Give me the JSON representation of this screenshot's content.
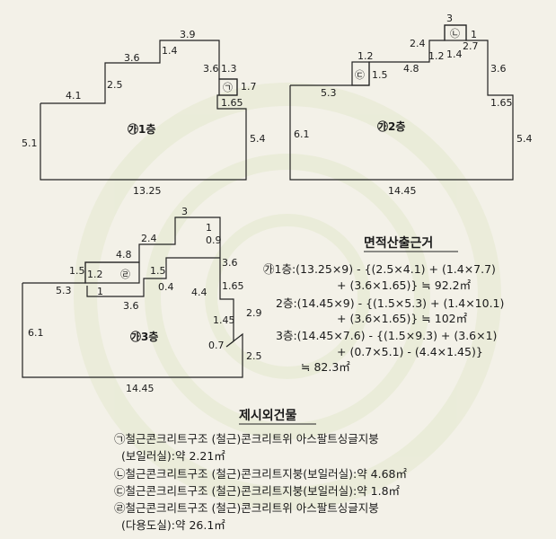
{
  "floor1": {
    "label": "㉮1층",
    "marker": "㉠",
    "dims": [
      "4.1",
      "2.5",
      "3.6",
      "1.4",
      "3.9",
      "3.6",
      "1.3",
      "1.7",
      "1.65",
      "5.4",
      "13.25",
      "5.1"
    ]
  },
  "floor2": {
    "label": "㉮2층",
    "marker_c": "㉢",
    "marker_b": "㉡",
    "dims": [
      "3",
      "1",
      "2.4",
      "2.7",
      "1.2",
      "1.4",
      "1.2",
      "1.5",
      "4.8",
      "3.6",
      "5.3",
      "1.65",
      "6.1",
      "5.4",
      "14.45"
    ]
  },
  "floor3": {
    "label": "㉮3층",
    "marker": "㉣",
    "dims": [
      "3",
      "1",
      "2.4",
      "0.9",
      "4.8",
      "3.6",
      "1.5",
      "1.2",
      "1.5",
      "1",
      "0.4",
      "1.65",
      "5.3",
      "3.6",
      "4.4",
      "1.45",
      "2.9",
      "6.1",
      "0.7",
      "2.5",
      "14.45"
    ]
  },
  "calc": {
    "title": "면적산출근거",
    "lines": [
      "㉮1층:(13.25×9) - {(2.5×4.1) + (1.4×7.7)",
      "+ (3.6×1.65)} ≒ 92.2㎡",
      "2층:(14.45×9) - {(1.5×5.3) + (1.4×10.1)",
      "+ (3.6×1.65)} ≒ 102㎡",
      "3층:(14.45×7.6) - {(1.5×9.3) + (3.6×1)",
      "+ (0.7×5.1) - (4.4×1.45)}",
      "≒ 82.3㎡"
    ]
  },
  "notes": {
    "title": "제시외건물",
    "lines": [
      "㉠철근콘크리트구조 (철근)콘크리트위 아스팔트싱글지붕",
      "(보일러실):약 2.21㎡",
      "㉡철근콘크리트구조 (철근)콘크리트지붕(보일러실):약 4.68㎡",
      "㉢철근콘크리트구조 (철근)콘크리트지붕(보일러실):약 1.8㎡",
      "㉣철근콘크리트구조 (철근)콘크리트위 아스팔트싱글지붕",
      "(다용도실):약 26.1㎡"
    ]
  }
}
